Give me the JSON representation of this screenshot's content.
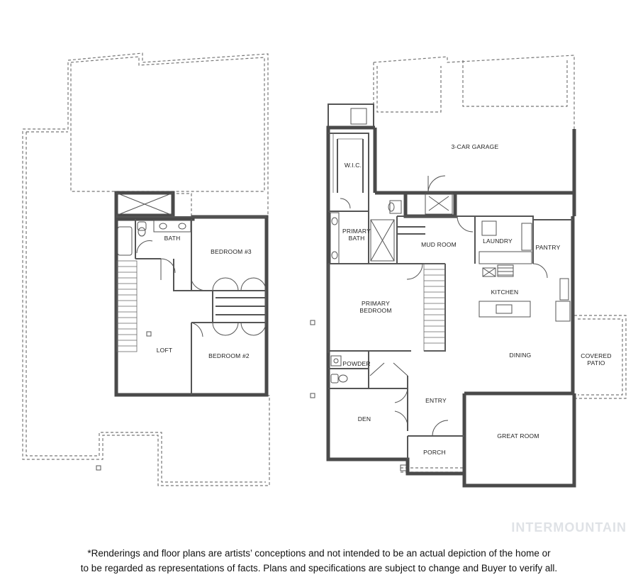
{
  "rooms": {
    "bath": "BATH",
    "bedroom3": "BEDROOM #3",
    "loft": "LOFT",
    "bedroom2": "BEDROOM #2",
    "garage": "3-CAR GARAGE",
    "wic": "W.I.C.",
    "primary_bath_1": "PRIMARY",
    "primary_bath_2": "BATH",
    "mud_room": "MUD ROOM",
    "laundry": "LAUNDRY",
    "pantry": "PANTRY",
    "kitchen": "KITCHEN",
    "primary_bedroom_1": "PRIMARY",
    "primary_bedroom_2": "BEDROOM",
    "dining": "DINING",
    "covered_patio_1": "COVERED",
    "covered_patio_2": "PATIO",
    "powder": "POWDER",
    "entry": "ENTRY",
    "den": "DEN",
    "porch": "PORCH",
    "great_room": "GREAT ROOM"
  },
  "watermark": "INTERMOUNTAIN",
  "disclaimer": {
    "line1": "*Renderings and floor plans are artists’ conceptions and not intended to be an actual depiction of the home or",
    "line2": "to be regarded as representations of facts. Plans and specifications are subject to change and Buyer to verify all."
  }
}
